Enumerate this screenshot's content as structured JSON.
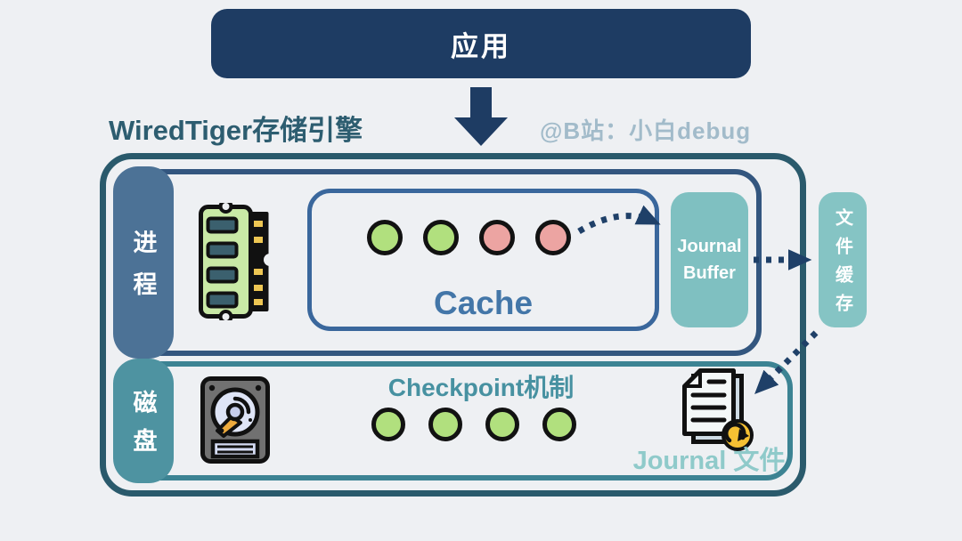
{
  "app": {
    "label": "应用"
  },
  "header": {
    "title": "WiredTiger存储引擎",
    "watermark": "@B站：小白debug"
  },
  "engine": {
    "process_row": {
      "label": "进程",
      "ram_icon": "ram-memory-icon",
      "cache": {
        "title": "Cache",
        "pages": [
          {
            "color": "green",
            "name": "cache-page-clean"
          },
          {
            "color": "green",
            "name": "cache-page-clean"
          },
          {
            "color": "pink",
            "name": "cache-page-dirty"
          },
          {
            "color": "pink",
            "name": "cache-page-dirty"
          }
        ]
      },
      "journal_buffer": {
        "label": "Journal Buffer"
      }
    },
    "disk_row": {
      "label": "磁盘",
      "hdd_icon": "hard-disk-icon",
      "checkpoint": {
        "title": "Checkpoint机制",
        "pages": [
          {
            "color": "green",
            "name": "checkpoint-page"
          },
          {
            "color": "green",
            "name": "checkpoint-page"
          },
          {
            "color": "green",
            "name": "checkpoint-page"
          },
          {
            "color": "green",
            "name": "checkpoint-page"
          }
        ]
      },
      "journal_file": {
        "label": "Journal 文件"
      }
    }
  },
  "file_cache": {
    "label": "文件缓存"
  },
  "colors": {
    "background": "#eef0f3",
    "navy": "#1e3c63",
    "title_teal": "#2d5d70",
    "watermark_gray_blue": "#a2bbca",
    "outer_border_teal": "#2a5a6c",
    "process_border_blue": "#33567f",
    "process_label_blue": "#4c7296",
    "cache_border_blue": "#3a679c",
    "cache_text_blue": "#4376a8",
    "journal_buffer_teal": "#7fc0c1",
    "disk_border_teal": "#3c8393",
    "disk_label_teal": "#4e93a1",
    "checkpoint_text_teal": "#4791a1",
    "journal_file_text_teal": "#8fcaca",
    "file_cache_teal": "#85c4c4",
    "page_green": "#b1e07e",
    "page_pink": "#eca4a2",
    "arrow_navy": "#1f4068"
  }
}
